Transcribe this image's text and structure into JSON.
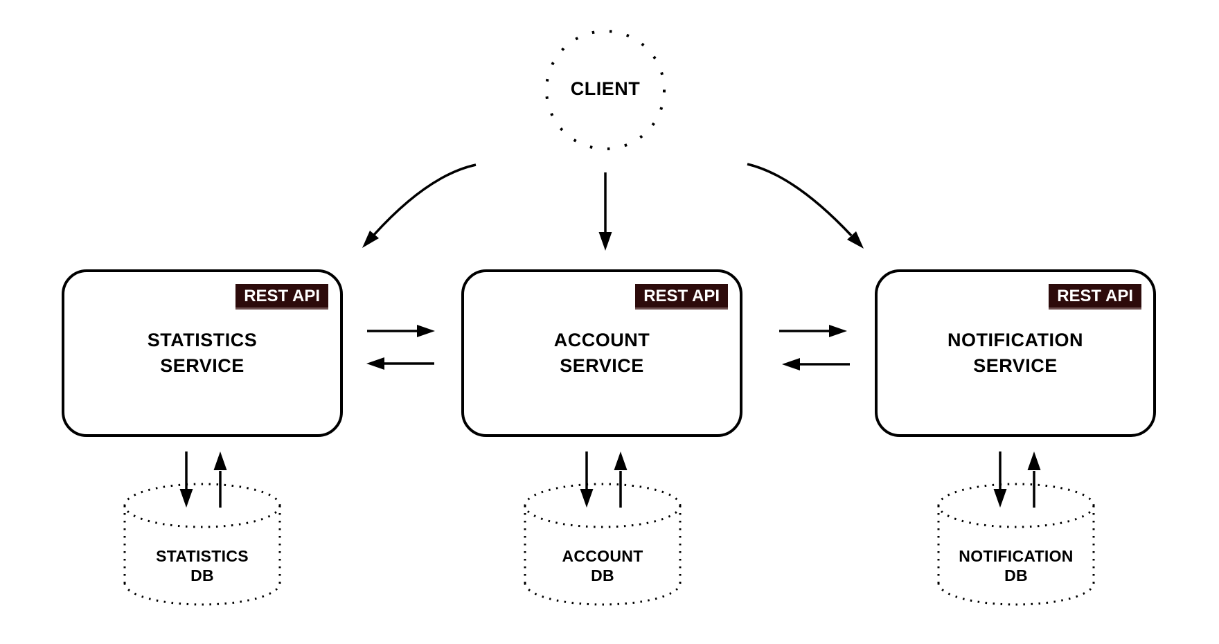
{
  "colors": {
    "background": "#ffffff",
    "line": "#000000",
    "text": "#000000",
    "badge_background": "#2d0b0b",
    "badge_text": "#ffffff"
  },
  "client": {
    "label": "CLIENT"
  },
  "services": [
    {
      "badge": "REST API",
      "name_line1": "STATISTICS",
      "name_line2": "SERVICE"
    },
    {
      "badge": "REST API",
      "name_line1": "ACCOUNT",
      "name_line2": "SERVICE"
    },
    {
      "badge": "REST API",
      "name_line1": "NOTIFICATION",
      "name_line2": "SERVICE"
    }
  ],
  "databases": [
    {
      "name_line1": "STATISTICS",
      "name_line2": "DB"
    },
    {
      "name_line1": "ACCOUNT",
      "name_line2": "DB"
    },
    {
      "name_line1": "NOTIFICATION",
      "name_line2": "DB"
    }
  ],
  "connections": [
    {
      "from": "CLIENT",
      "to": "STATISTICS SERVICE",
      "type": "one-way"
    },
    {
      "from": "CLIENT",
      "to": "ACCOUNT SERVICE",
      "type": "one-way"
    },
    {
      "from": "CLIENT",
      "to": "NOTIFICATION SERVICE",
      "type": "one-way"
    },
    {
      "from": "STATISTICS SERVICE",
      "to": "ACCOUNT SERVICE",
      "type": "two-way"
    },
    {
      "from": "ACCOUNT SERVICE",
      "to": "NOTIFICATION SERVICE",
      "type": "two-way"
    },
    {
      "from": "STATISTICS SERVICE",
      "to": "STATISTICS DB",
      "type": "two-way"
    },
    {
      "from": "ACCOUNT SERVICE",
      "to": "ACCOUNT DB",
      "type": "two-way"
    },
    {
      "from": "NOTIFICATION SERVICE",
      "to": "NOTIFICATION DB",
      "type": "two-way"
    }
  ]
}
